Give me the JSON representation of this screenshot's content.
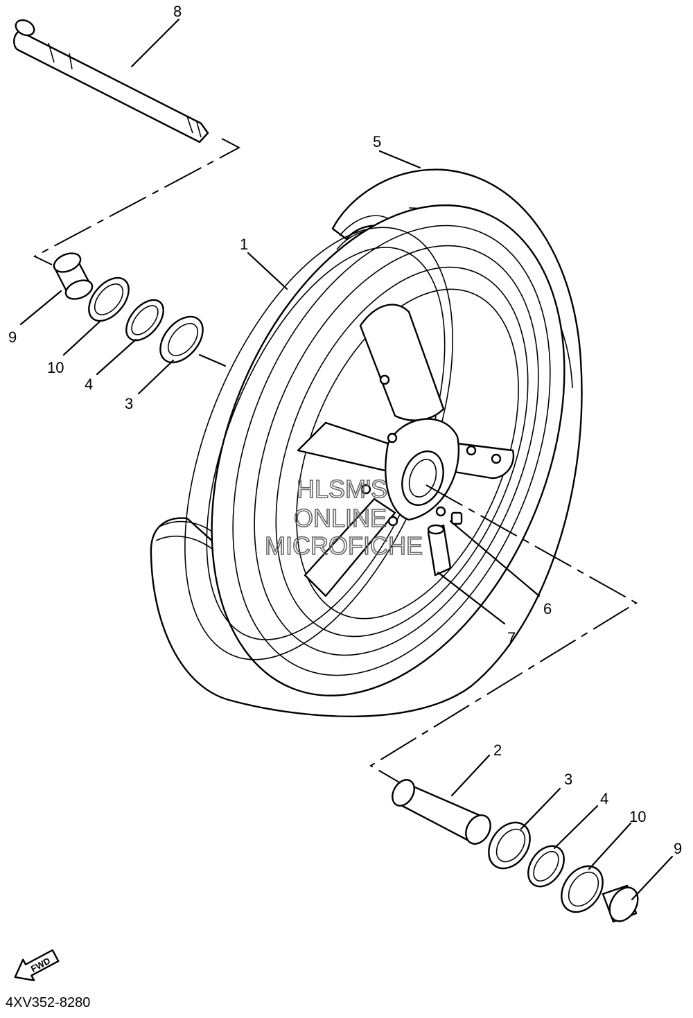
{
  "callouts": [
    {
      "id": "1",
      "label": "1"
    },
    {
      "id": "2",
      "label": "2"
    },
    {
      "id": "3a",
      "label": "3"
    },
    {
      "id": "3b",
      "label": "3"
    },
    {
      "id": "4a",
      "label": "4"
    },
    {
      "id": "4b",
      "label": "4"
    },
    {
      "id": "5",
      "label": "5"
    },
    {
      "id": "6",
      "label": "6"
    },
    {
      "id": "7",
      "label": "7"
    },
    {
      "id": "8",
      "label": "8"
    },
    {
      "id": "9a",
      "label": "9"
    },
    {
      "id": "9b",
      "label": "9"
    },
    {
      "id": "10a",
      "label": "10"
    },
    {
      "id": "10b",
      "label": "10"
    }
  ],
  "fwd_label": "FWD",
  "watermark": {
    "line1": "HLSM'S",
    "line2": "ONLINE",
    "line3": "MICROFICHE"
  },
  "diagram_code": "4XV352-8280"
}
